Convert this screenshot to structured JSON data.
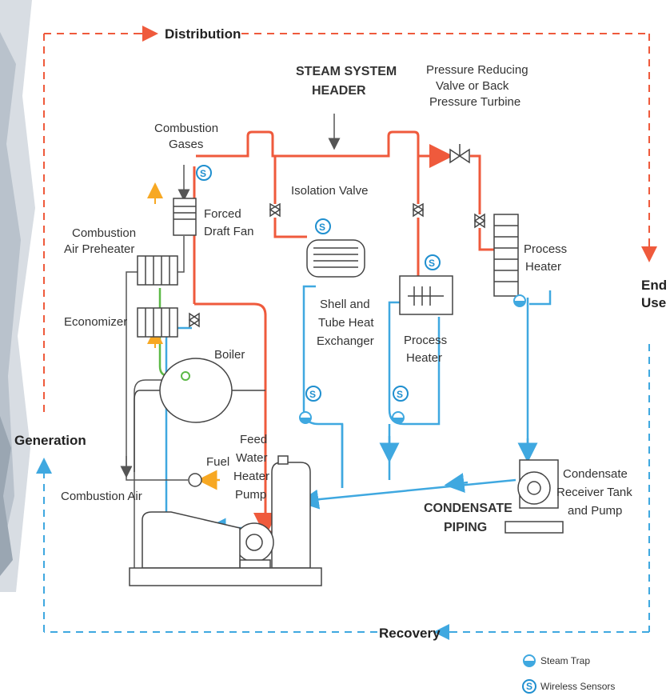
{
  "labels": {
    "distribution": "Distribution",
    "end_line1": "End",
    "end_line2": "Use",
    "generation": "Generation",
    "recovery": "Recovery",
    "steam_header_line1": "STEAM SYSTEM",
    "steam_header_line2": "HEADER",
    "prv_line1": "Pressure Reducing",
    "prv_line2": "Valve or Back",
    "prv_line3": "Pressure Turbine",
    "combustion_gases_line1": "Combustion",
    "combustion_gases_line2": "Gases",
    "isolation_valve": "Isolation Valve",
    "forced_draft_line1": "Forced",
    "forced_draft_line2": "Draft Fan",
    "air_preheater_line1": "Combustion",
    "air_preheater_line2": "Air Preheater",
    "economizer": "Economizer",
    "boiler": "Boiler",
    "shell_tube_line1": "Shell and",
    "shell_tube_line2": "Tube Heat",
    "shell_tube_line3": "Exchanger",
    "process_heater_mid_line1": "Process",
    "process_heater_mid_line2": "Heater",
    "process_heater_right_line1": "Process",
    "process_heater_right_line2": "Heater",
    "fuel": "Fuel",
    "feed_water_line1": "Feed",
    "feed_water_line2": "Water",
    "feed_water_line3": "Heater",
    "feed_water_line4": "Pump",
    "combustion_air": "Combustion Air",
    "condensate_piping_line1": "CONDENSATE",
    "condensate_piping_line2": "PIPING",
    "condensate_receiver_line1": "Condensate",
    "condensate_receiver_line2": "Receiver Tank",
    "condensate_receiver_line3": "and Pump",
    "sensor_glyph": "S"
  },
  "legend": {
    "steam_trap": "Steam Trap",
    "wireless_sensors": "Wireless Sensors"
  },
  "colors": {
    "steam": "#ef5a3c",
    "condensate": "#3fa8e0",
    "outline": "#444444",
    "green": "#5cb947",
    "fuel": "#f7a823"
  }
}
